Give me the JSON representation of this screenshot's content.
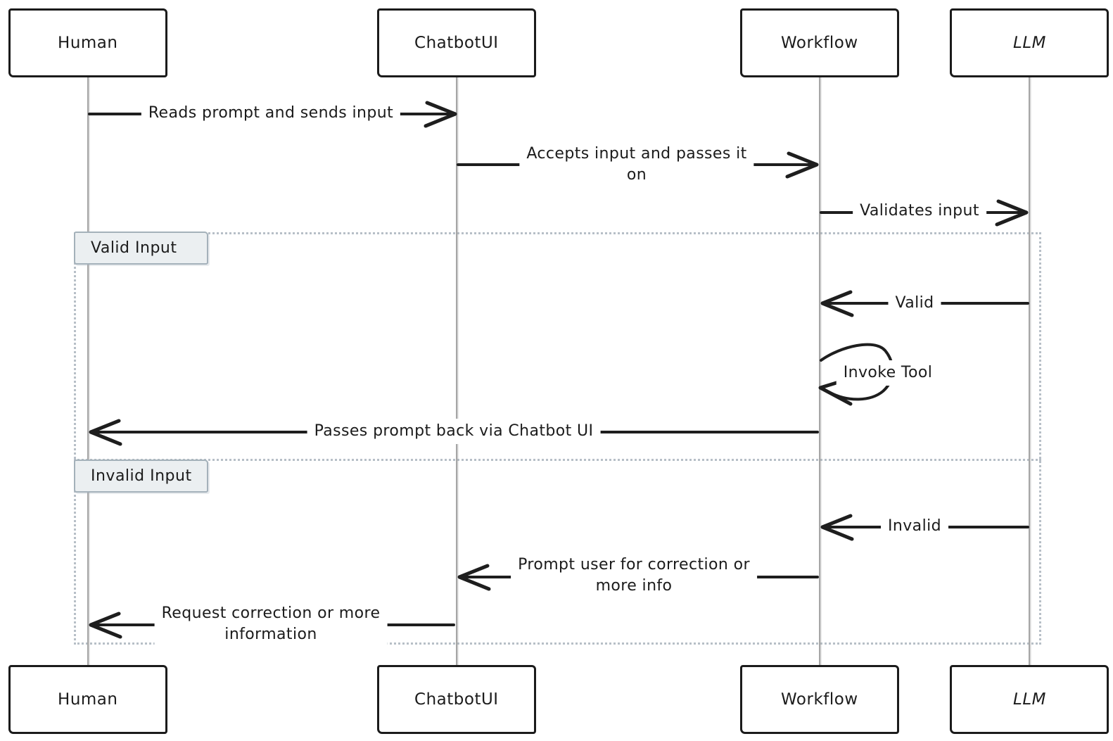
{
  "diagram": {
    "type": "sequence",
    "participants": [
      {
        "id": "human",
        "label": "Human"
      },
      {
        "id": "chatbotui",
        "label": "ChatbotUI"
      },
      {
        "id": "workflow",
        "label": "Workflow"
      },
      {
        "id": "llm",
        "label": "LLM"
      }
    ],
    "messages": [
      {
        "from": "Human",
        "to": "ChatbotUI",
        "direction": "right",
        "label": "Reads prompt and sends input"
      },
      {
        "from": "ChatbotUI",
        "to": "Workflow",
        "direction": "right",
        "label": "Accepts input and passes it\non"
      },
      {
        "from": "Workflow",
        "to": "LLM",
        "direction": "right",
        "label": "Validates input"
      },
      {
        "from": "LLM",
        "to": "Workflow",
        "direction": "left",
        "section": "Valid Input",
        "label": "Valid"
      },
      {
        "from": "Workflow",
        "to": "Workflow",
        "direction": "self",
        "section": "Valid Input",
        "label": "Invoke Tool"
      },
      {
        "from": "Workflow",
        "to": "Human",
        "direction": "left",
        "section": "Valid Input",
        "label": "Passes prompt back via Chatbot UI"
      },
      {
        "from": "LLM",
        "to": "Workflow",
        "direction": "left",
        "section": "Invalid Input",
        "label": "Invalid"
      },
      {
        "from": "Workflow",
        "to": "ChatbotUI",
        "direction": "left",
        "section": "Invalid Input",
        "label": "Prompt user for correction or\nmore info"
      },
      {
        "from": "ChatbotUI",
        "to": "Human",
        "direction": "left",
        "section": "Invalid Input",
        "label": "Request correction or more\ninformation"
      }
    ],
    "sections": [
      {
        "label": "Valid Input"
      },
      {
        "label": "Invalid Input"
      }
    ],
    "colors": {
      "background": "#ffffff",
      "box_border": "#1b1b1b",
      "lifeline": "#a6a6a6",
      "arrow": "#1e1e1e",
      "text": "#1b1b1b",
      "frame_border": "#b7bfc7",
      "section_label_bg": "#ebeff1",
      "section_label_border": "#a4b1ba"
    }
  }
}
